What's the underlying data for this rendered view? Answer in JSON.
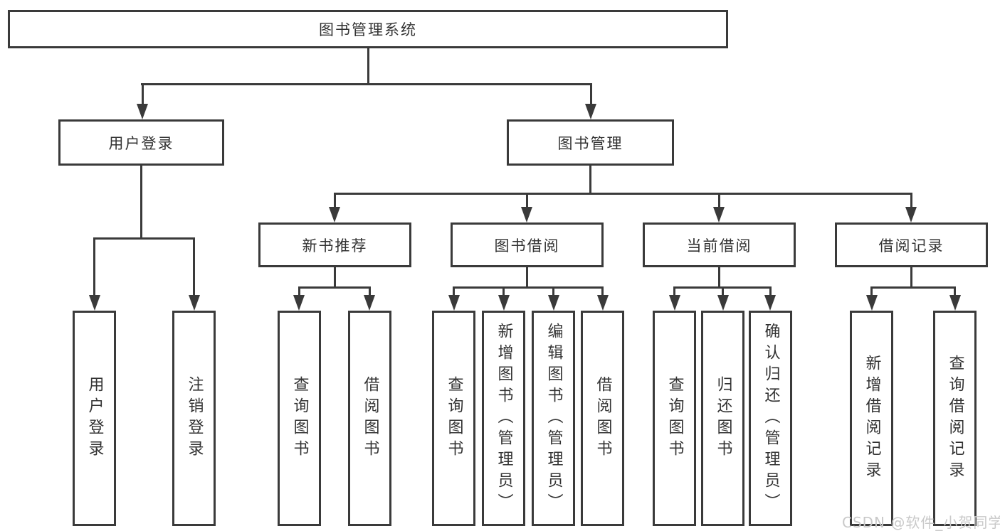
{
  "diagram": {
    "title": "图书管理系统",
    "root": {
      "label": "图书管理系统"
    },
    "level2": [
      {
        "label": "用户登录"
      },
      {
        "label": "图书管理"
      }
    ],
    "level3": [
      {
        "label": "新书推荐"
      },
      {
        "label": "图书借阅"
      },
      {
        "label": "当前借阅"
      },
      {
        "label": "借阅记录"
      }
    ],
    "leaves": {
      "user_login": [
        {
          "label": "用户登录"
        },
        {
          "label": "注销登录"
        }
      ],
      "new_books": [
        {
          "label": "查询图书"
        },
        {
          "label": "借阅图书"
        }
      ],
      "book_borrow": [
        {
          "label": "查询图书"
        },
        {
          "label": "新增图书（管理员）"
        },
        {
          "label": "编辑图书（管理员）"
        },
        {
          "label": "借阅图书"
        }
      ],
      "current_borrow": [
        {
          "label": "查询图书"
        },
        {
          "label": "归还图书"
        },
        {
          "label": "确认归还（管理员）"
        }
      ],
      "borrow_records": [
        {
          "label": "新增借阅记录"
        },
        {
          "label": "查询借阅记录"
        }
      ]
    },
    "watermark": "CSDN @软件_小贺同学",
    "colors": {
      "line": "#3a3a3a",
      "text": "#333333",
      "watermark": "#c9c9c9",
      "background": "#ffffff"
    }
  }
}
